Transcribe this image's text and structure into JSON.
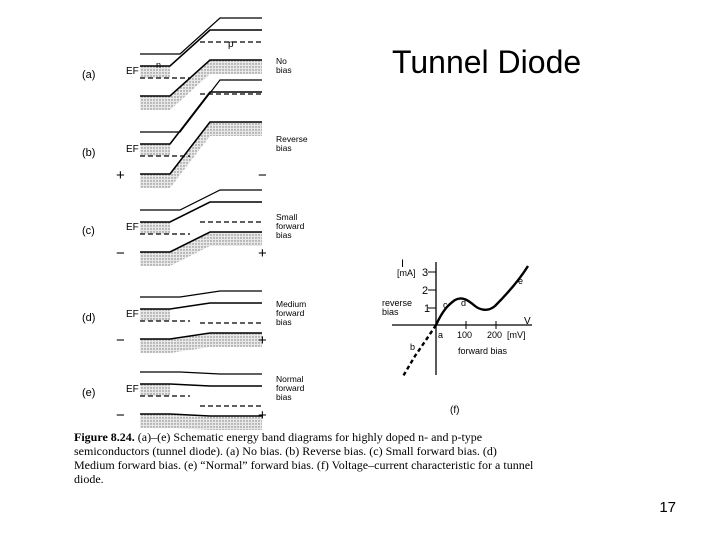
{
  "slide": {
    "title": "Tunnel Diode",
    "page_number": "17"
  },
  "figure": {
    "panels": [
      {
        "id": "(a)",
        "ef": "EF",
        "left_sign": "",
        "right_sign": "",
        "label": [
          "No",
          "bias"
        ]
      },
      {
        "id": "(b)",
        "ef": "EF",
        "left_sign": "+",
        "right_sign": "−",
        "label": [
          "Reverse",
          "bias"
        ]
      },
      {
        "id": "(c)",
        "ef": "EF",
        "left_sign": "−",
        "right_sign": "+",
        "label": [
          "Small",
          "forward",
          "bias"
        ]
      },
      {
        "id": "(d)",
        "ef": "EF",
        "left_sign": "−",
        "right_sign": "+",
        "label": [
          "Medium",
          "forward",
          "bias"
        ]
      },
      {
        "id": "(e)",
        "ef": "EF",
        "left_sign": "−",
        "right_sign": "+",
        "label": [
          "Normal",
          "forward",
          "bias"
        ]
      }
    ],
    "region_labels": {
      "n": "n",
      "p": "p"
    },
    "iv_plot": {
      "y_axis": "I",
      "y_unit": "[mA]",
      "y_ticks": [
        "3",
        "2",
        "1"
      ],
      "x_axis": "V",
      "x_ticks": [
        "100",
        "200"
      ],
      "x_unit": "[mV]",
      "origin": "a",
      "points": [
        "b",
        "c",
        "d",
        "e"
      ],
      "reverse_label": [
        "reverse",
        "bias"
      ],
      "forward_label": "forward bias",
      "panel_id": "(f)"
    },
    "caption": {
      "lead": "Figure 8.24.",
      "text": "(a)–(e) Schematic energy band diagrams for highly doped n- and p-type semiconductors (tunnel diode). (a) No bias. (b) Reverse bias. (c) Small forward bias. (d) Medium forward bias. (e) “Normal” forward bias. (f) Voltage–current characteristic for a tunnel diode."
    }
  }
}
